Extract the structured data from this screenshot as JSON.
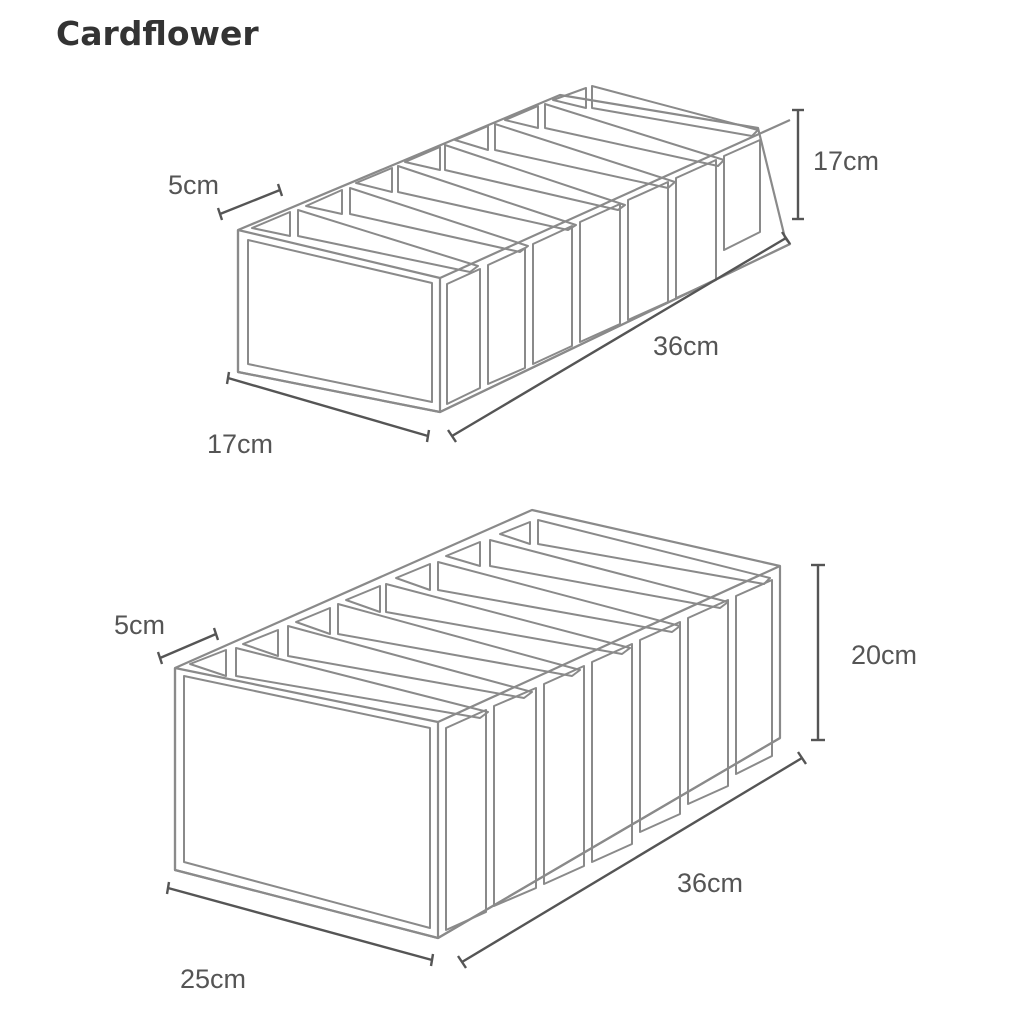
{
  "brand": {
    "name": "Cardflower"
  },
  "diagrams": [
    {
      "id": "small-organizer",
      "compartments": 7,
      "labels": {
        "compartment_width": "5cm",
        "height": "17cm",
        "length": "36cm",
        "width": "17cm"
      }
    },
    {
      "id": "large-organizer",
      "compartments": 7,
      "labels": {
        "compartment_width": "5cm",
        "height": "20cm",
        "length": "36cm",
        "width": "25cm"
      }
    }
  ],
  "colors": {
    "line": "#8a8a8a",
    "dimension": "#555555",
    "text": "#555555",
    "brand": "#333333"
  }
}
